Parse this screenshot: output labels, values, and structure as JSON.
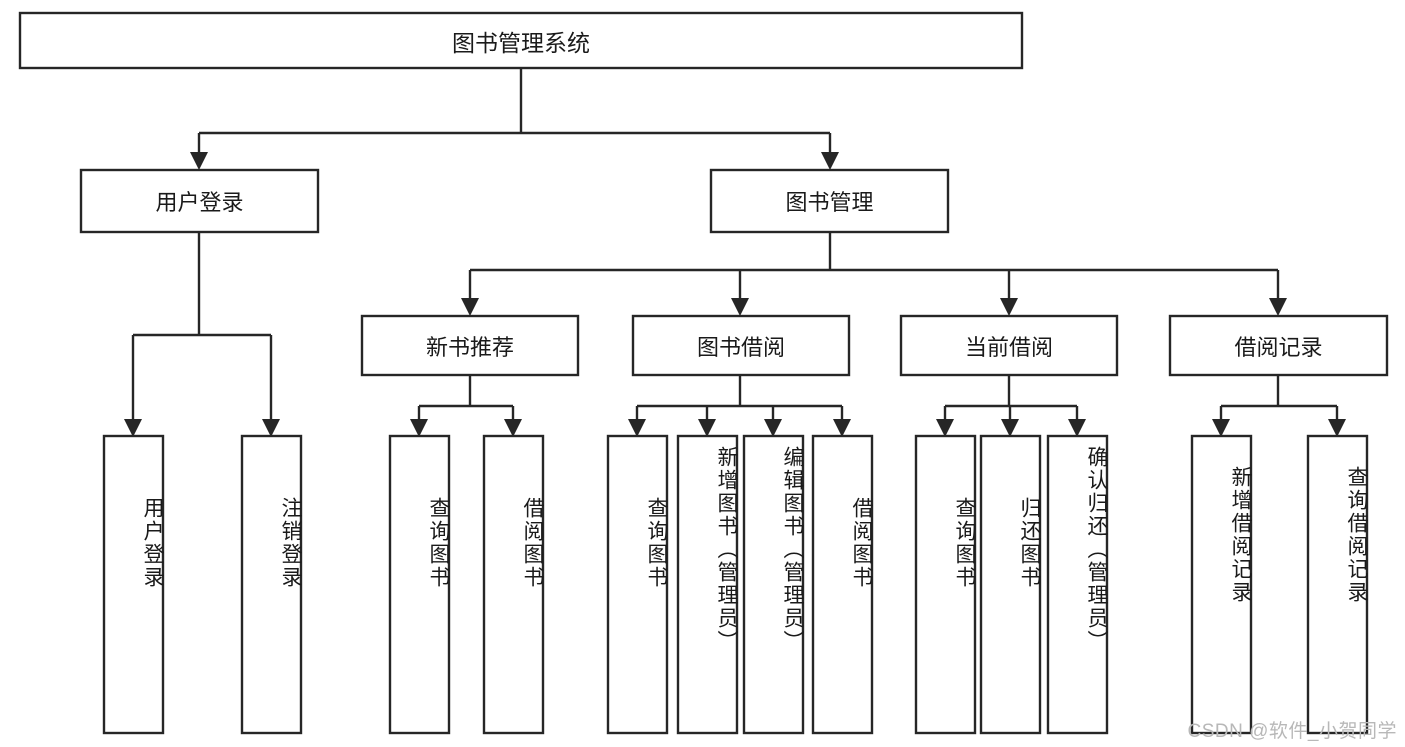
{
  "diagram": {
    "type": "hierarchy-tree",
    "title": "图书管理系统",
    "watermark": "CSDN @软件_小贺同学",
    "colors": {
      "stroke": "#262626",
      "fill": "#ffffff",
      "text": "#1a1a1a",
      "watermark": "#b8b8b8"
    },
    "root": {
      "label": "图书管理系统"
    },
    "level2": [
      {
        "label": "用户登录"
      },
      {
        "label": "图书管理"
      }
    ],
    "level3": [
      {
        "label": "新书推荐"
      },
      {
        "label": "图书借阅"
      },
      {
        "label": "当前借阅"
      },
      {
        "label": "借阅记录"
      }
    ],
    "leaves": {
      "user_login": [
        {
          "label": "用户登录"
        },
        {
          "label": "注销登录"
        }
      ],
      "new_book_recommend": [
        {
          "label": "查询图书"
        },
        {
          "label": "借阅图书"
        }
      ],
      "book_borrow": [
        {
          "label": "查询图书"
        },
        {
          "label": "新增图书（管理员）"
        },
        {
          "label": "编辑图书（管理员）"
        },
        {
          "label": "借阅图书"
        }
      ],
      "current_borrow": [
        {
          "label": "查询图书"
        },
        {
          "label": "归还图书"
        },
        {
          "label": "确认归还（管理员）"
        }
      ],
      "borrow_record": [
        {
          "label": "新增借阅记录"
        },
        {
          "label": "查询借阅记录"
        }
      ]
    }
  }
}
